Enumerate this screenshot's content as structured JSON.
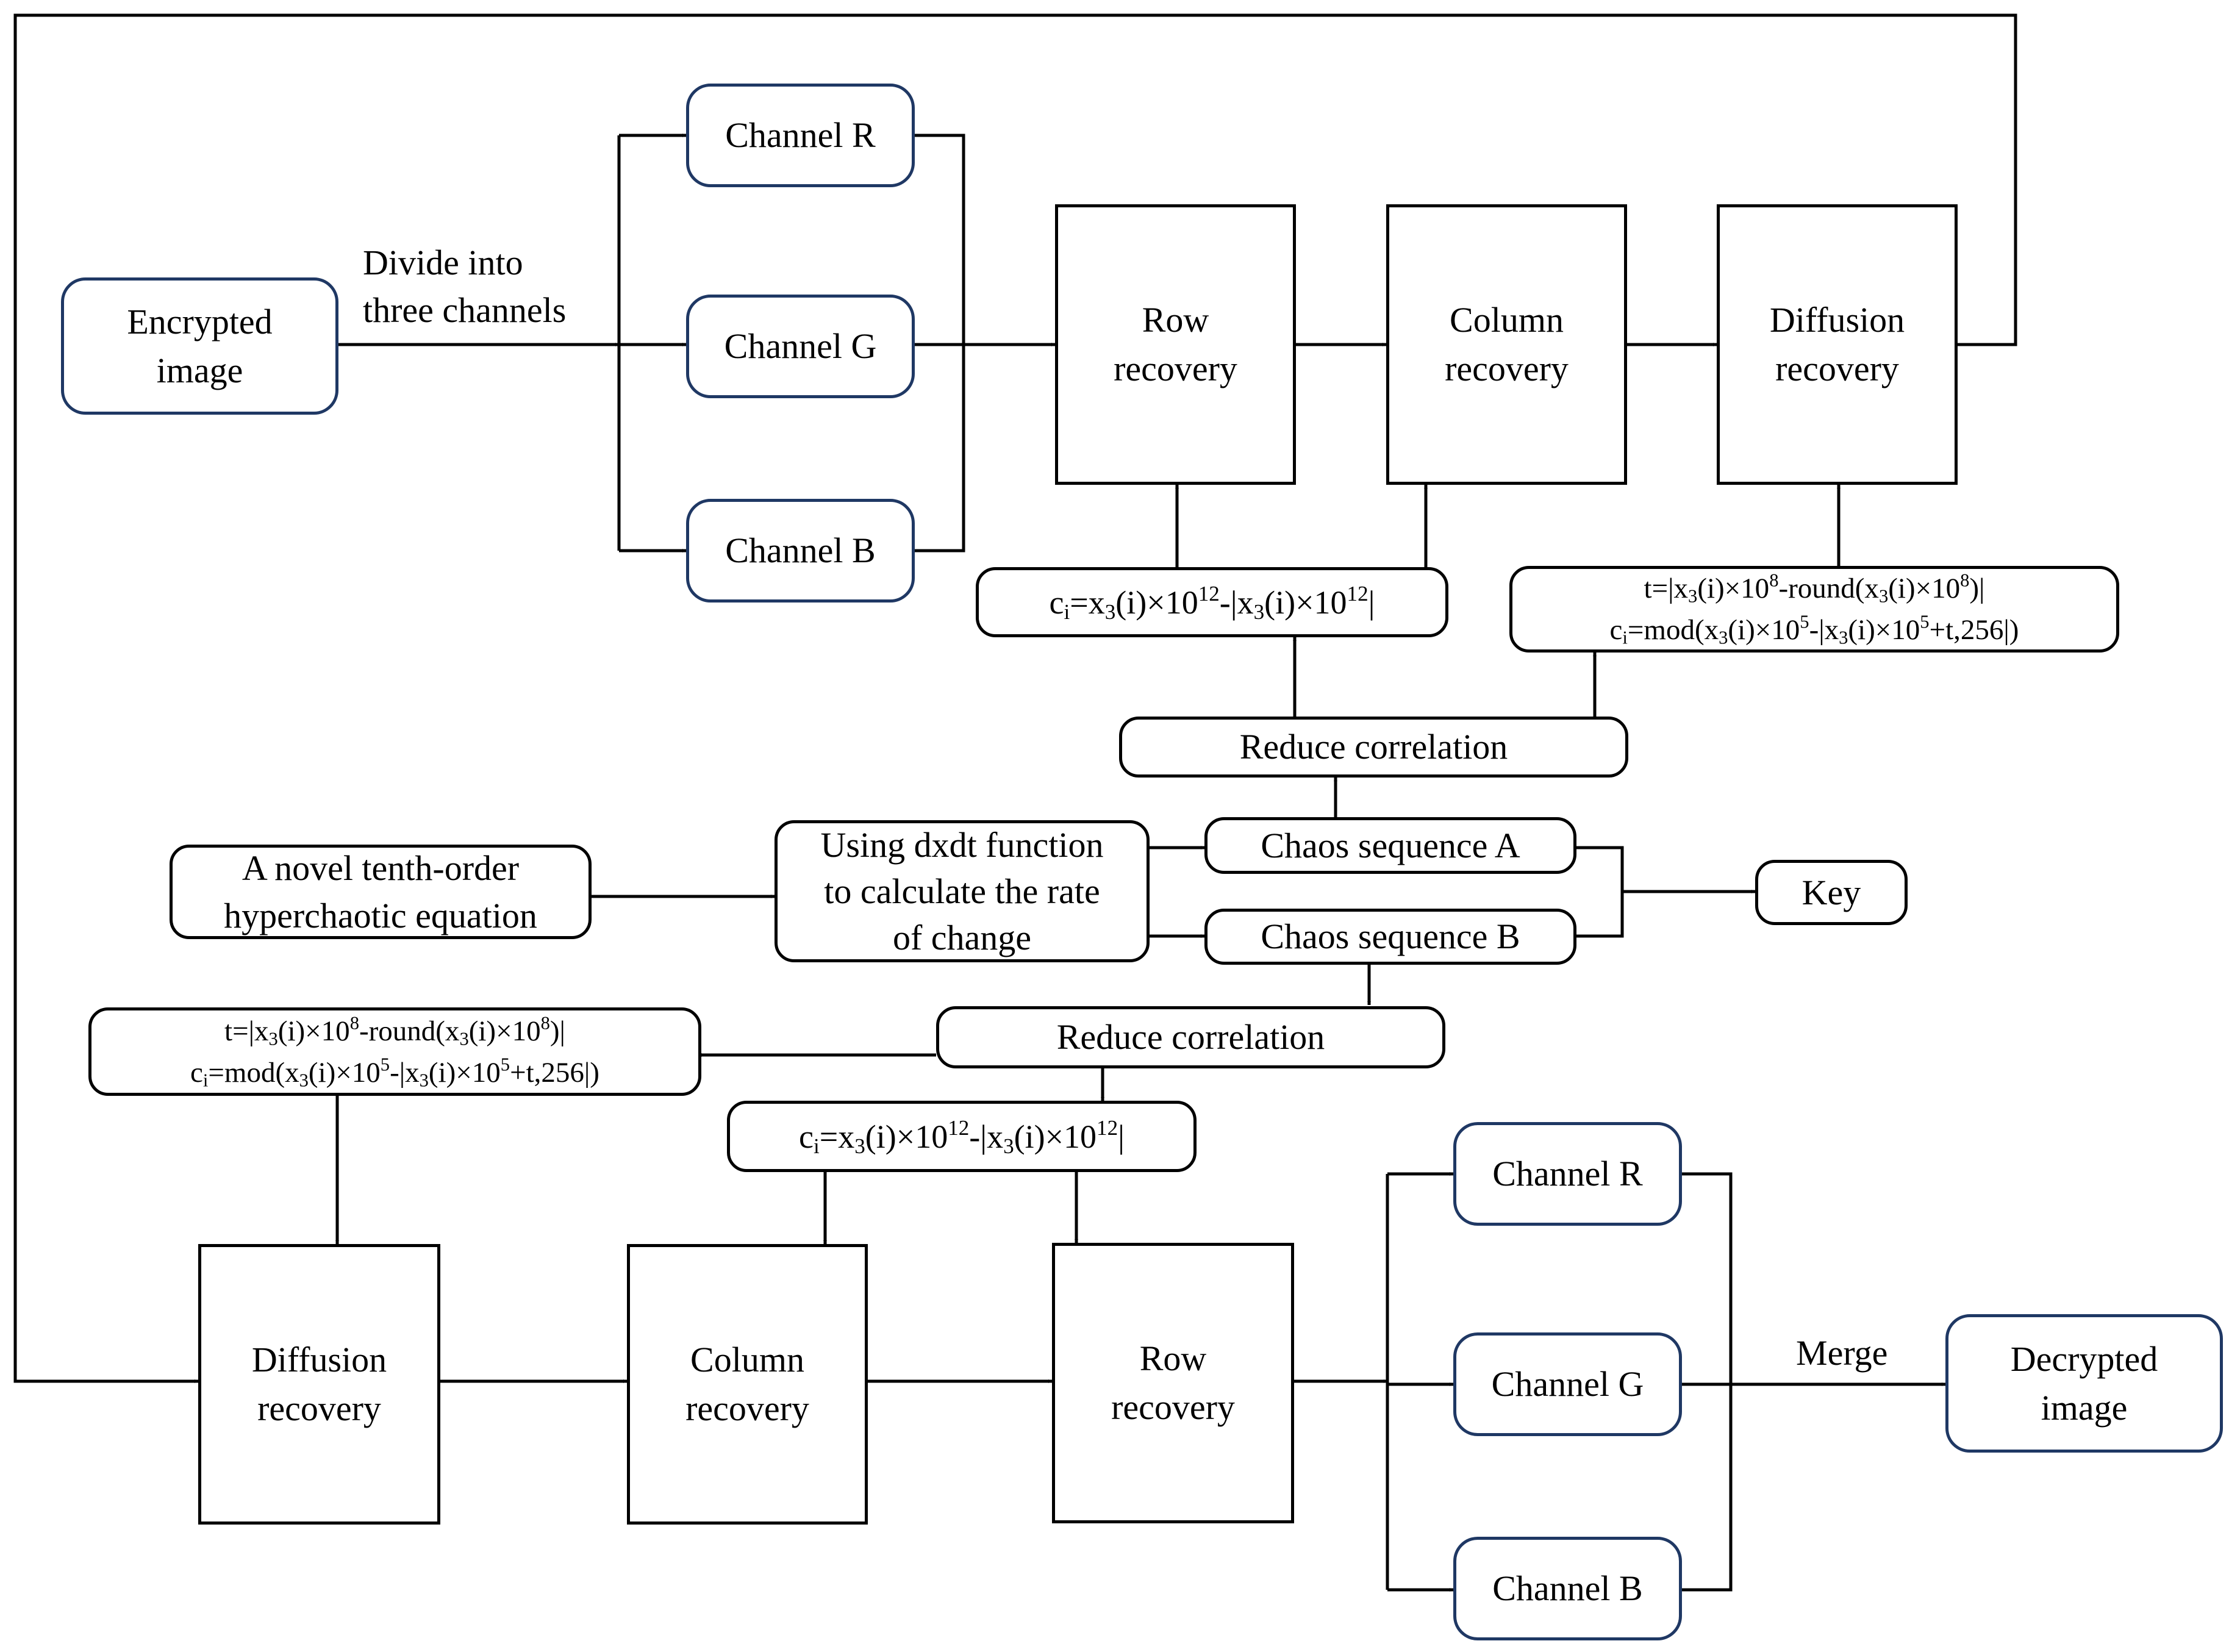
{
  "nodes": {
    "encrypted_image": [
      "Encrypted",
      "image"
    ],
    "divide_label": [
      "Divide into",
      "three channels"
    ],
    "top_channel_r": "Channel R",
    "top_channel_g": "Channel G",
    "top_channel_b": "Channel  B",
    "top_row_recovery": [
      "Row",
      "recovery"
    ],
    "top_column_recovery": [
      "Column",
      "recovery"
    ],
    "top_diffusion_recovery": [
      "Diffusion",
      "recovery"
    ],
    "top_reduce_correlation": "Reduce correlation",
    "hyperchaotic_equation": [
      "A novel tenth-order",
      "hyperchaotic equation"
    ],
    "dxdt_function": [
      "Using dxdt function",
      "to calculate the rate",
      "of change"
    ],
    "chaos_sequence_a": "Chaos sequence A",
    "chaos_sequence_b": "Chaos sequence B",
    "key": "Key",
    "bottom_reduce_correlation": "Reduce correlation",
    "bottom_diffusion_recovery": [
      "Diffusion",
      "recovery"
    ],
    "bottom_column_recovery": [
      "Column",
      "recovery"
    ],
    "bottom_row_recovery": [
      "Row",
      "recovery"
    ],
    "bottom_channel_r": "Channel R",
    "bottom_channel_g": "Channel G",
    "bottom_channel_b": "Channel  B",
    "merge_label": "Merge",
    "decrypted_image": [
      "Decrypted",
      "image"
    ]
  },
  "formulas": {
    "row_formula": "ci=x3(i)×10^12-|x3(i)×10^12|",
    "diffusion_formula_t": "t=|x3(i)×10^8-round(x3(i)×10^8)|",
    "diffusion_formula_c": "ci=mod(x3(i)×10^5-|x3(i)×10^5+t,256|)"
  },
  "colors": {
    "line": "#000000",
    "rounded_border": "#1f3864",
    "background": "#ffffff"
  }
}
